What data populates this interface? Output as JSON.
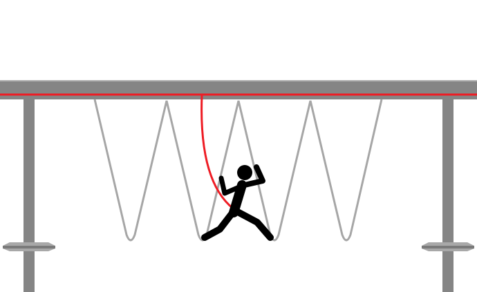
{
  "colors": {
    "structure": "#858585",
    "structure_highlight": "#b0b0b0",
    "rope": "#a6a6a6",
    "safety_line": "#ee1c24",
    "figure": "#000000",
    "background": "#ffffff"
  },
  "scene": {
    "elements": [
      "overhead-beam",
      "support-post-left",
      "support-post-right",
      "zigzag-rope-net",
      "safety-cable",
      "climber-figure"
    ]
  }
}
